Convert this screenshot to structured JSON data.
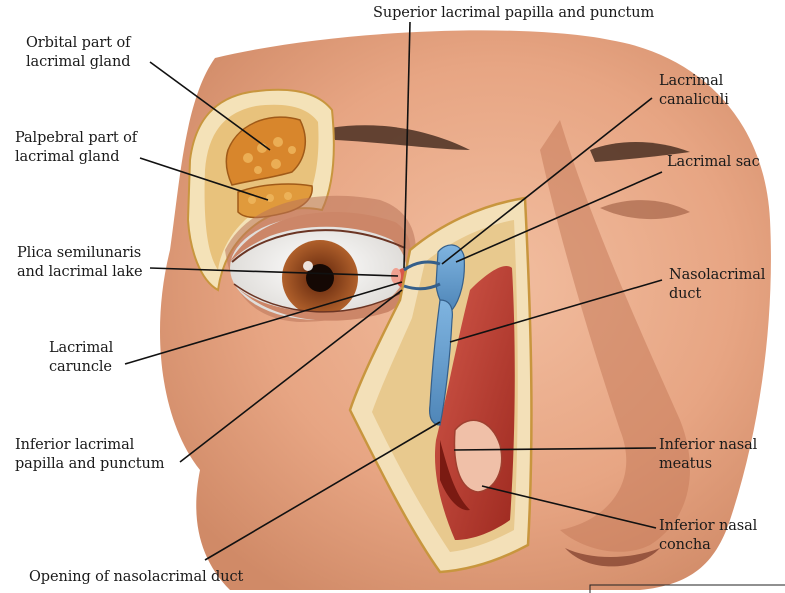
{
  "labels": {
    "superior_papilla": "Superior lacrimal papilla and punctum",
    "orbital_part": "Orbital part of\nlacrimal gland",
    "palpebral_part": "Palpebral part of\nlacrimal gland",
    "plica": "Plica semilunaris\nand lacrimal lake",
    "caruncle": "Lacrimal\ncaruncle",
    "inferior_papilla": "Inferior lacrimal\npapilla and punctum",
    "opening": "Opening of nasolacrimal duct",
    "canaliculi": "Lacrimal\ncanaliculi",
    "sac": "Lacrimal sac",
    "nasolacrimal_duct": "Nasolacrimal\nduct",
    "inferior_meatus": "Inferior nasal\nmeatus",
    "inferior_concha": "Inferior nasal\nconcha"
  },
  "colors": {
    "skin": "#e9a98a",
    "skin_dark": "#c9805f",
    "gland": "#d9962f",
    "iris": "#9a4a20",
    "duct_blue": "#6fa6d6",
    "cavity_red": "#b8362a"
  }
}
